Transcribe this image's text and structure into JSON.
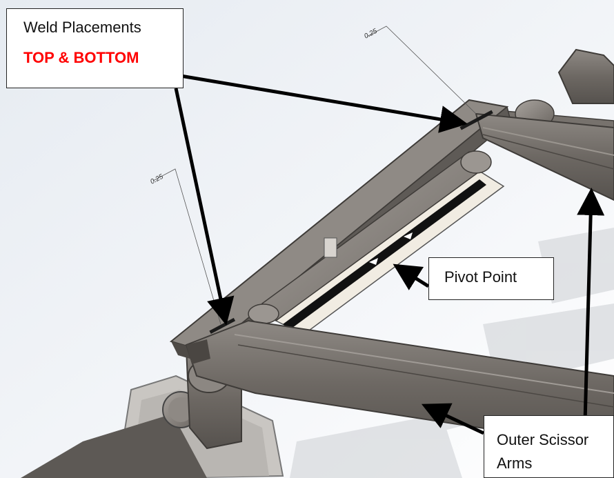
{
  "callouts": {
    "weld_title": "Weld Placements",
    "weld_subtitle": "TOP & BOTTOM",
    "pivot": "Pivot Point",
    "arms_line1": "Outer Scissor",
    "arms_line2": "Arms"
  },
  "dimensions": {
    "top_weld": "0.25",
    "left_weld": "0.25"
  },
  "colors": {
    "accent_red": "#ff0000",
    "arrow": "#000000",
    "steel": "#6f6a65",
    "steel_dark": "#4a4642",
    "steel_light": "#8d8883",
    "background_top": "#e9edf2",
    "background_bottom": "#ffffff"
  }
}
